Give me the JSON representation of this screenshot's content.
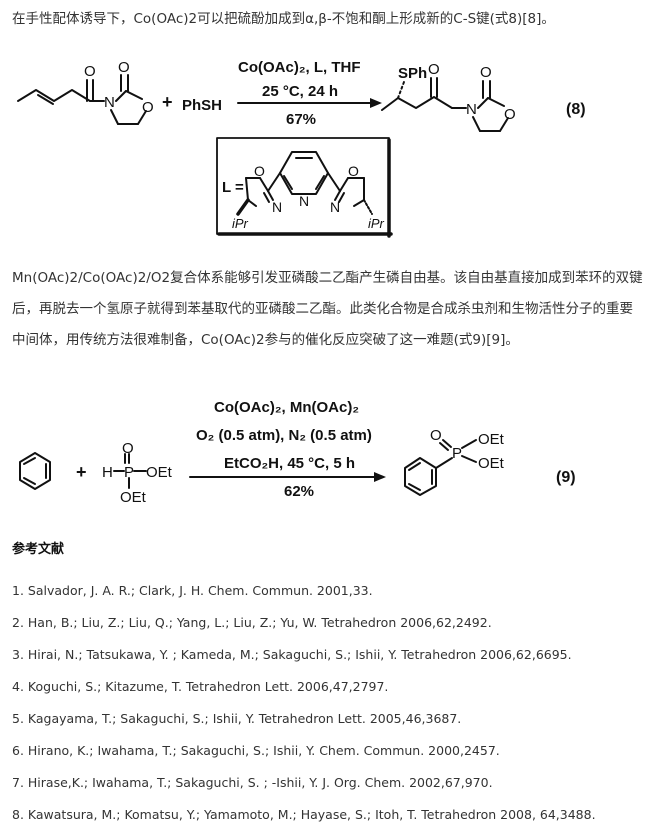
{
  "paragraphs": {
    "p1": "在手性配体诱导下，Co(OAc)2可以把硫酚加成到α,β-不饱和酮上形成新的C-S键(式8)[8]。",
    "p2": "Mn(OAc)2/Co(OAc)2/O2复合体系能够引发亚磷酸二乙酯产生磷自由基。该自由基直接加成到苯环的双键后，再脱去一个氢原子就得到苯基取代的亚磷酸二乙酯。此类化合物是合成杀虫剂和生物活性分子的重要中间体，用传统方法很难制备，Co(OAc)2参与的催化反应突破了这一难题(式9)[9]。"
  },
  "scheme8": {
    "reagents": "Co(OAc)₂, L, THF",
    "conditions": "25 °C, 24 h",
    "yield": "67%",
    "label": "(8)",
    "plus": "+",
    "reactant2": "PhSH",
    "product_sub": "SPh",
    "ligand_label": "L =",
    "atoms": {
      "O": "O",
      "N": "N",
      "iPr": "iPr"
    }
  },
  "scheme9": {
    "reagents1": "Co(OAc)₂, Mn(OAc)₂",
    "reagents2": "O₂ (0.5 atm), N₂ (0.5 atm)",
    "reagents3": "EtCO₂H, 45 °C, 5 h",
    "yield": "62%",
    "label": "(9)",
    "plus": "+",
    "atoms": {
      "H": "H",
      "P": "P",
      "O": "O",
      "OEt": "OEt"
    }
  },
  "references": {
    "title": "参考文献",
    "items": [
      "1. Salvador, J. A. R.; Clark, J. H. Chem. Commun. 2001,33.",
      "2. Han, B.; Liu, Z.; Liu, Q.; Yang, L.; Liu, Z.; Yu, W. Tetrahedron 2006,62,2492.",
      "3. Hirai, N.; Tatsukawa, Y. ; Kameda, M.; Sakaguchi, S.; Ishii, Y. Tetrahedron 2006,62,6695.",
      "4. Koguchi, S.; Kitazume, T. Tetrahedron Lett. 2006,47,2797.",
      "5. Kagayama, T.; Sakaguchi, S.; Ishii, Y. Tetrahedron Lett. 2005,46,3687.",
      "6. Hirano, K.; Iwahama, T.; Sakaguchi, S.; Ishii, Y. Chem. Commun. 2000,2457.",
      "7. Hirase,K.; Iwahama, T.; Sakaguchi, S. ; -Ishii, Y. J. Org. Chem. 2002,67,970.",
      "8. Kawatsura, M.; Komatsu, Y.; Yamamoto, M.; Hayase, S.; Itoh, T. Tetrahedron 2008, 64,3488."
    ]
  }
}
